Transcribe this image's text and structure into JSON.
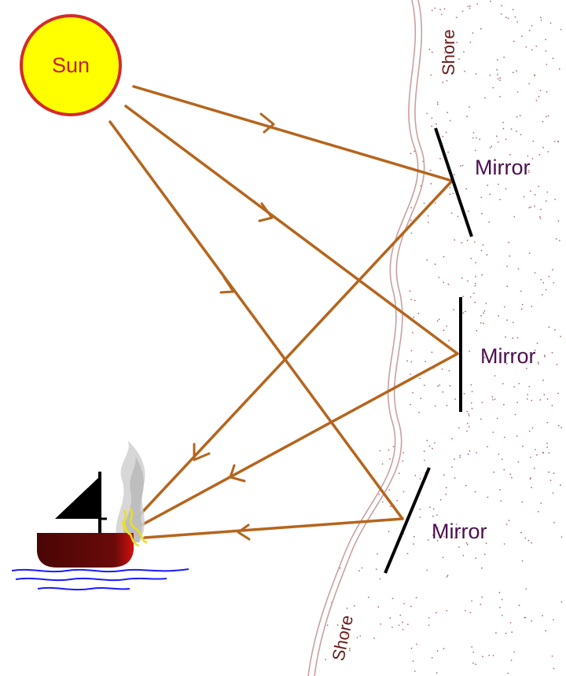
{
  "labels": {
    "sun": "Sun",
    "mirror_top": "Mirror",
    "mirror_middle": "Mirror",
    "mirror_bottom": "Mirror",
    "shore_top": "Shore",
    "shore_bottom": "Shore"
  },
  "colors": {
    "sun_fill": "#ffff00",
    "sun_stroke": "#d42a2a",
    "sun_text": "#c41e1e",
    "ray": "#b5651d",
    "mirror": "#000000",
    "mirror_text": "#4b0f4f",
    "shore_line": "#c9a0a0",
    "shore_text": "#6b1a1a",
    "sand_dot": "#b07070",
    "water": "#1a1aff",
    "hull": "#5a0a0a",
    "sail": "#000000",
    "smoke": "#c8c8c8",
    "flame": "#e8e020"
  },
  "icons": {
    "boat": "sailboat-icon",
    "smoke": "smoke-icon",
    "flame": "flame-icon"
  }
}
